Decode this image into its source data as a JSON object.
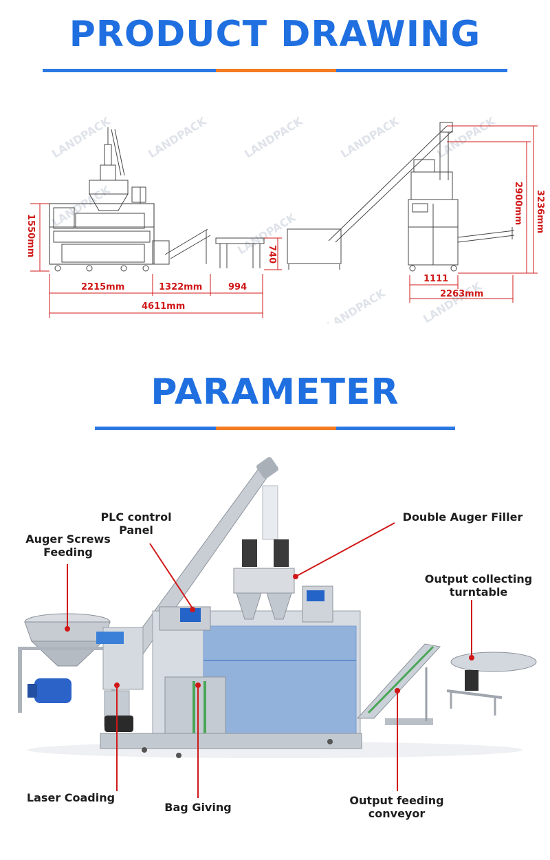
{
  "drawing": {
    "title": "PRODUCT DRAWING",
    "watermark": "LANDPACK",
    "dimensions": {
      "front_height": "1550mm",
      "front_len_a": "2215mm",
      "front_len_b": "1322mm",
      "front_len_c": "994",
      "front_total": "4611mm",
      "table_height": "740",
      "side_height_a": "2900mm",
      "side_height_b": "3236mm",
      "side_width_a": "1111",
      "side_width_b": "2263mm"
    }
  },
  "parameter": {
    "title": "PARAMETER",
    "callouts": {
      "auger_screws": "Auger Screws\nFeeding",
      "plc_panel": "PLC control\nPanel",
      "double_auger": "Double Auger Filler",
      "output_turntable": "Output collecting\nturntable",
      "laser": "Laser Coading",
      "bag_giving": "Bag Giving",
      "output_conveyor": "Output feeding\nconveyor"
    }
  },
  "colors": {
    "title": "#1f6fe0",
    "bar": "#2b78e4",
    "accent": "#f47b20",
    "dimension": "#d01818",
    "leader": "#d01818"
  }
}
